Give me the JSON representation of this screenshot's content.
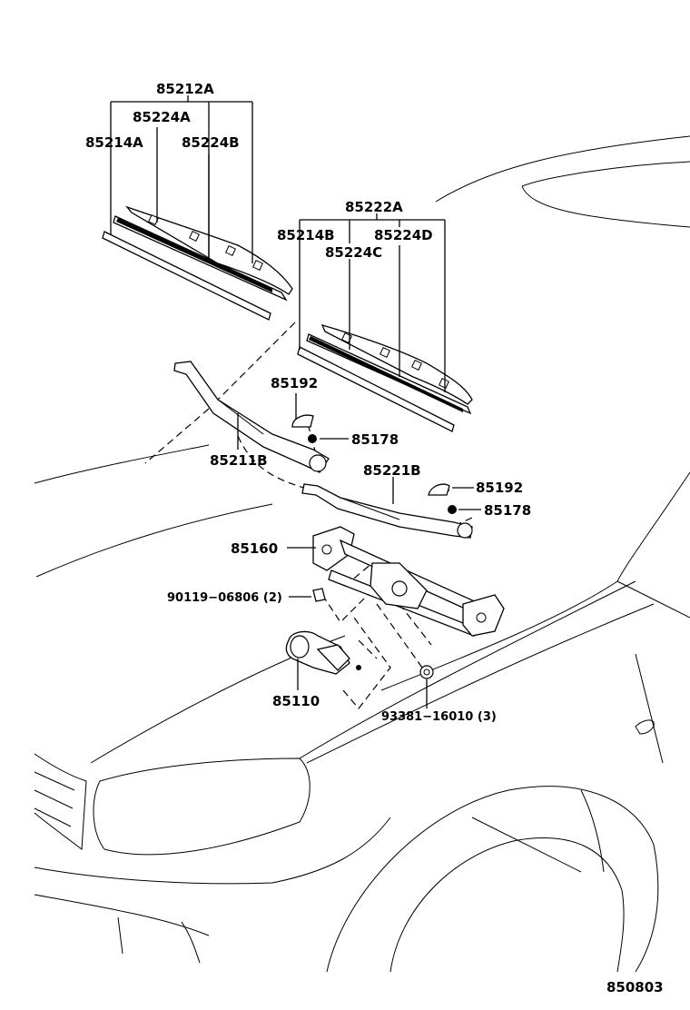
{
  "labels": {
    "p85212A": "85212A",
    "p85224A": "85224A",
    "p85214A": "85214A",
    "p85224B": "85224B",
    "p85222A": "85222A",
    "p85214B": "85214B",
    "p85224D": "85224D",
    "p85224C": "85224C",
    "p85192_a": "85192",
    "p85178_a": "85178",
    "p85211B": "85211B",
    "p85221B": "85221B",
    "p85192_b": "85192",
    "p85178_b": "85178",
    "p85160": "85160",
    "p90119": "90119−06806 (2)",
    "p85110": "85110",
    "p93381": "93381−16010 (3)"
  },
  "footer": {
    "diagram_code": "850803"
  }
}
